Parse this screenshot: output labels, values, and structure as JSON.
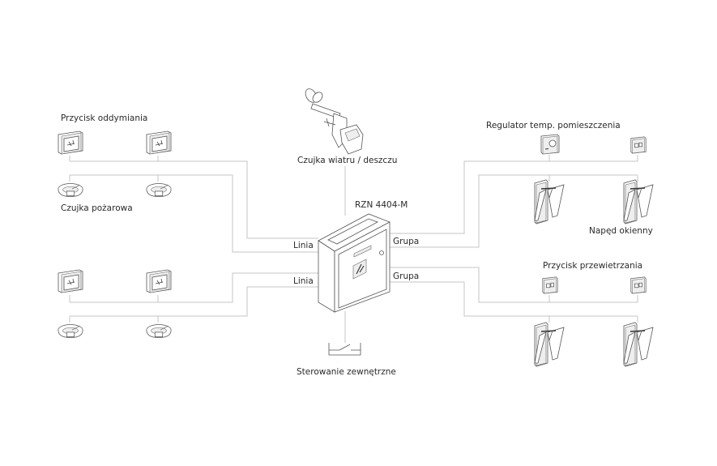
{
  "labels": {
    "smoke_button": "Przycisk oddymiania",
    "fire_detector": "Czujka pożarowa",
    "wind_rain_sensor": "Czujka wiatru / deszczu",
    "controller": "RZN 4404-M",
    "line_1": "Linia",
    "line_2": "Linia",
    "group_1": "Grupa",
    "group_2": "Grupa",
    "room_temp_regulator": "Regulator temp. pomieszczenia",
    "window_drive": "Napęd okienny",
    "vent_button": "Przycisk przewietrzania",
    "external_control": "Sterowanie zewnętrzne"
  },
  "colors": {
    "wire": "#c4c4c4",
    "text": "#2a2a2a"
  }
}
